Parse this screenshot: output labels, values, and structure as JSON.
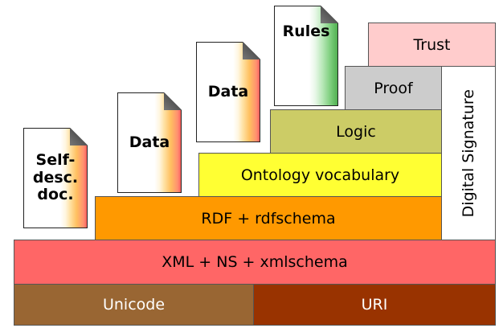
{
  "layers": {
    "unicode": "Unicode",
    "uri": "URI",
    "xml": "XML + NS + xmlschema",
    "rdf": "RDF + rdfschema",
    "ontology": "Ontology vocabulary",
    "logic": "Logic",
    "proof": "Proof",
    "trust": "Trust",
    "digital_signature": "Digital Signature"
  },
  "documents": {
    "self_desc": [
      "Self-",
      "desc.",
      "doc."
    ],
    "data_1": "Data",
    "data_2": "Data",
    "rules": "Rules"
  },
  "colors": {
    "unicode": "#996633",
    "uri": "#993300",
    "xml": "#ff6666",
    "rdf": "#ff9900",
    "ontology": "#ffff33",
    "logic": "#cccc66",
    "proof": "#cccccc",
    "trust": "#ffcccc",
    "digital_signature": "#ffffff"
  }
}
